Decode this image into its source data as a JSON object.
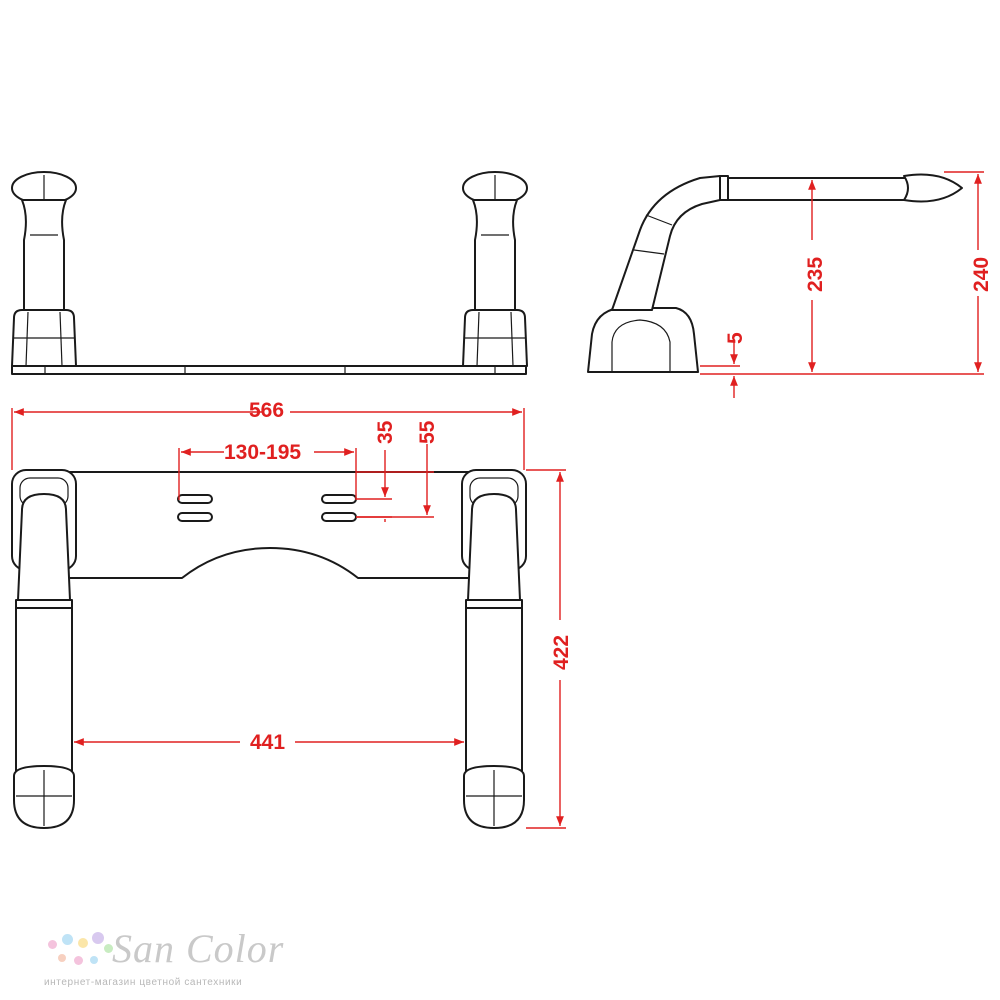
{
  "dimensions": {
    "overall_width": "566",
    "slot_spacing": "130-195",
    "slot_offset_1": "35",
    "slot_offset_2": "55",
    "depth": "422",
    "inner_width": "441",
    "bar_height": "235",
    "total_height": "240",
    "base_thickness": "5"
  },
  "logo": {
    "title": "San Color",
    "subtitle": "интернет-магазин цветной сантехники",
    "dot_colors": [
      "#f4c3dd",
      "#bfe3f6",
      "#fbe6a9",
      "#d8c9ef",
      "#c8ecc1",
      "#f7d0c0"
    ]
  },
  "colors": {
    "line": "#1a1a1a",
    "dimension": "#e02020",
    "logo_text": "#c9c9c9"
  }
}
